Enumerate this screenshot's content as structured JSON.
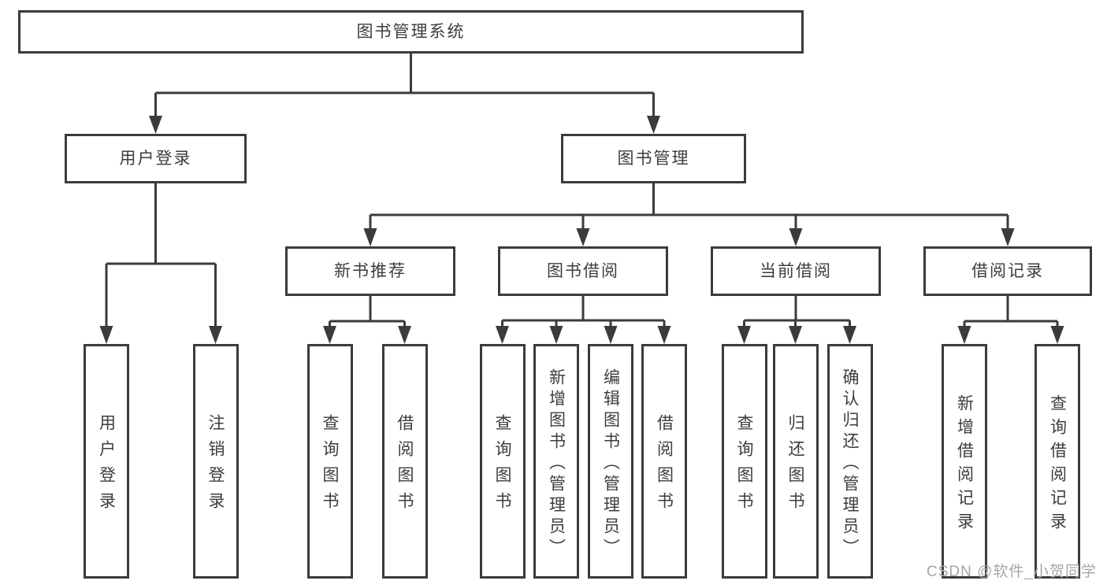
{
  "colors": {
    "line": "#3b3b3b",
    "text": "#3d3d3d",
    "background": "#ffffff",
    "watermark": "#a6a6a6"
  },
  "tree": {
    "root": "图书管理系统",
    "login": {
      "label": "用户登录",
      "children": [
        "用户登录",
        "注销登录"
      ]
    },
    "management": {
      "label": "图书管理",
      "modules": [
        {
          "label": "新书推荐",
          "children": [
            "查询图书",
            "借阅图书"
          ]
        },
        {
          "label": "图书借阅",
          "children": [
            "查询图书",
            "新增图书（管理员）",
            "编辑图书（管理员）",
            "借阅图书"
          ]
        },
        {
          "label": "当前借阅",
          "children": [
            "查询图书",
            "归还图书",
            "确认归还（管理员）"
          ]
        },
        {
          "label": "借阅记录",
          "children": [
            "新增借阅记录",
            "查询借阅记录"
          ]
        }
      ]
    }
  },
  "watermark": "CSDN @软件_小贺同学"
}
